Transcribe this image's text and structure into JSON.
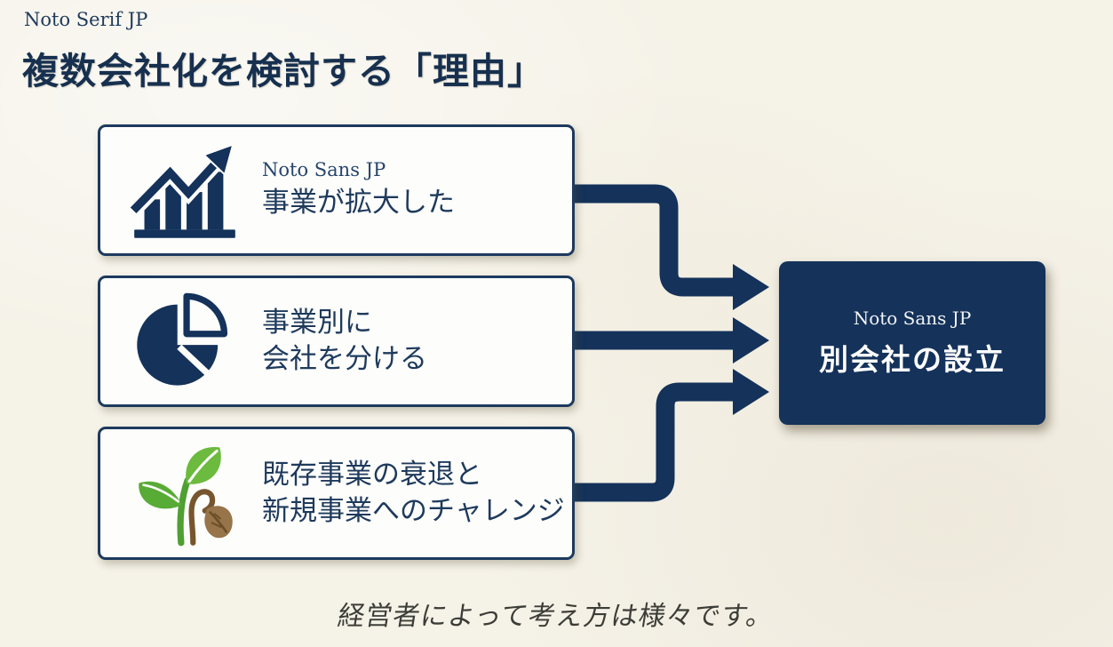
{
  "header": {
    "font_label": "Noto Serif JP",
    "title": "複数会社化を検討する「理由」"
  },
  "reasons": [
    {
      "icon": "bar-chart-growth-icon",
      "font_label": "Noto Sans JP",
      "lines": [
        "事業が拡大した"
      ]
    },
    {
      "icon": "pie-chart-icon",
      "lines": [
        "事業別に",
        "会社を分ける"
      ]
    },
    {
      "icon": "sprout-with-wilted-leaf-icon",
      "lines": [
        "既存事業の衰退と",
        "新規事業へのチャレンジ"
      ]
    }
  ],
  "result": {
    "font_label": "Noto Sans JP",
    "title": "別会社の設立"
  },
  "caption": {
    "text": "経営者によって考え方は様々です。"
  },
  "colors": {
    "background": "#f5f2e8",
    "navy": "#14325a",
    "box_border": "#1d3a5e",
    "box_background": "#fdfdfc",
    "text_navy": "#1e3a5c",
    "result_text": "#ffffff",
    "caption_gray": "#3d3d38",
    "sprout_green_light": "#6cba3e",
    "sprout_green_dark": "#4f9f33",
    "wilted_brown": "#97744a"
  }
}
